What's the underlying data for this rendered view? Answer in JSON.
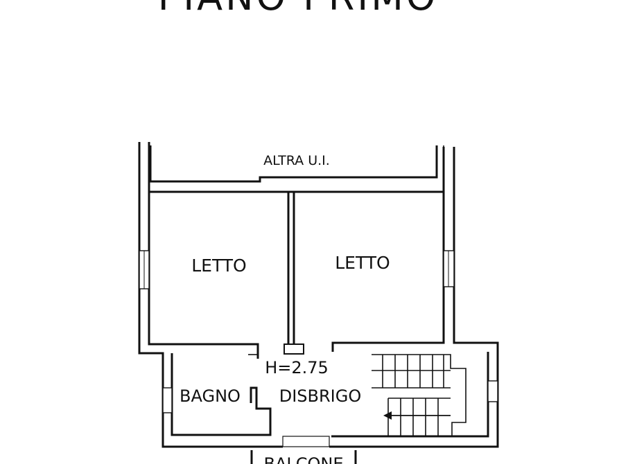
{
  "title": "PIANO PRIMO",
  "labels": {
    "neighbor_unit": "ALTRA U.I.",
    "bedroom_left": "LETTO",
    "bedroom_right": "LETTO",
    "height": "H=2.75",
    "bathroom": "BAGNO",
    "hallway": "DISBRIGO",
    "balcony": "BALCONE"
  },
  "colors": {
    "line": "#111111",
    "background": "#ffffff"
  }
}
